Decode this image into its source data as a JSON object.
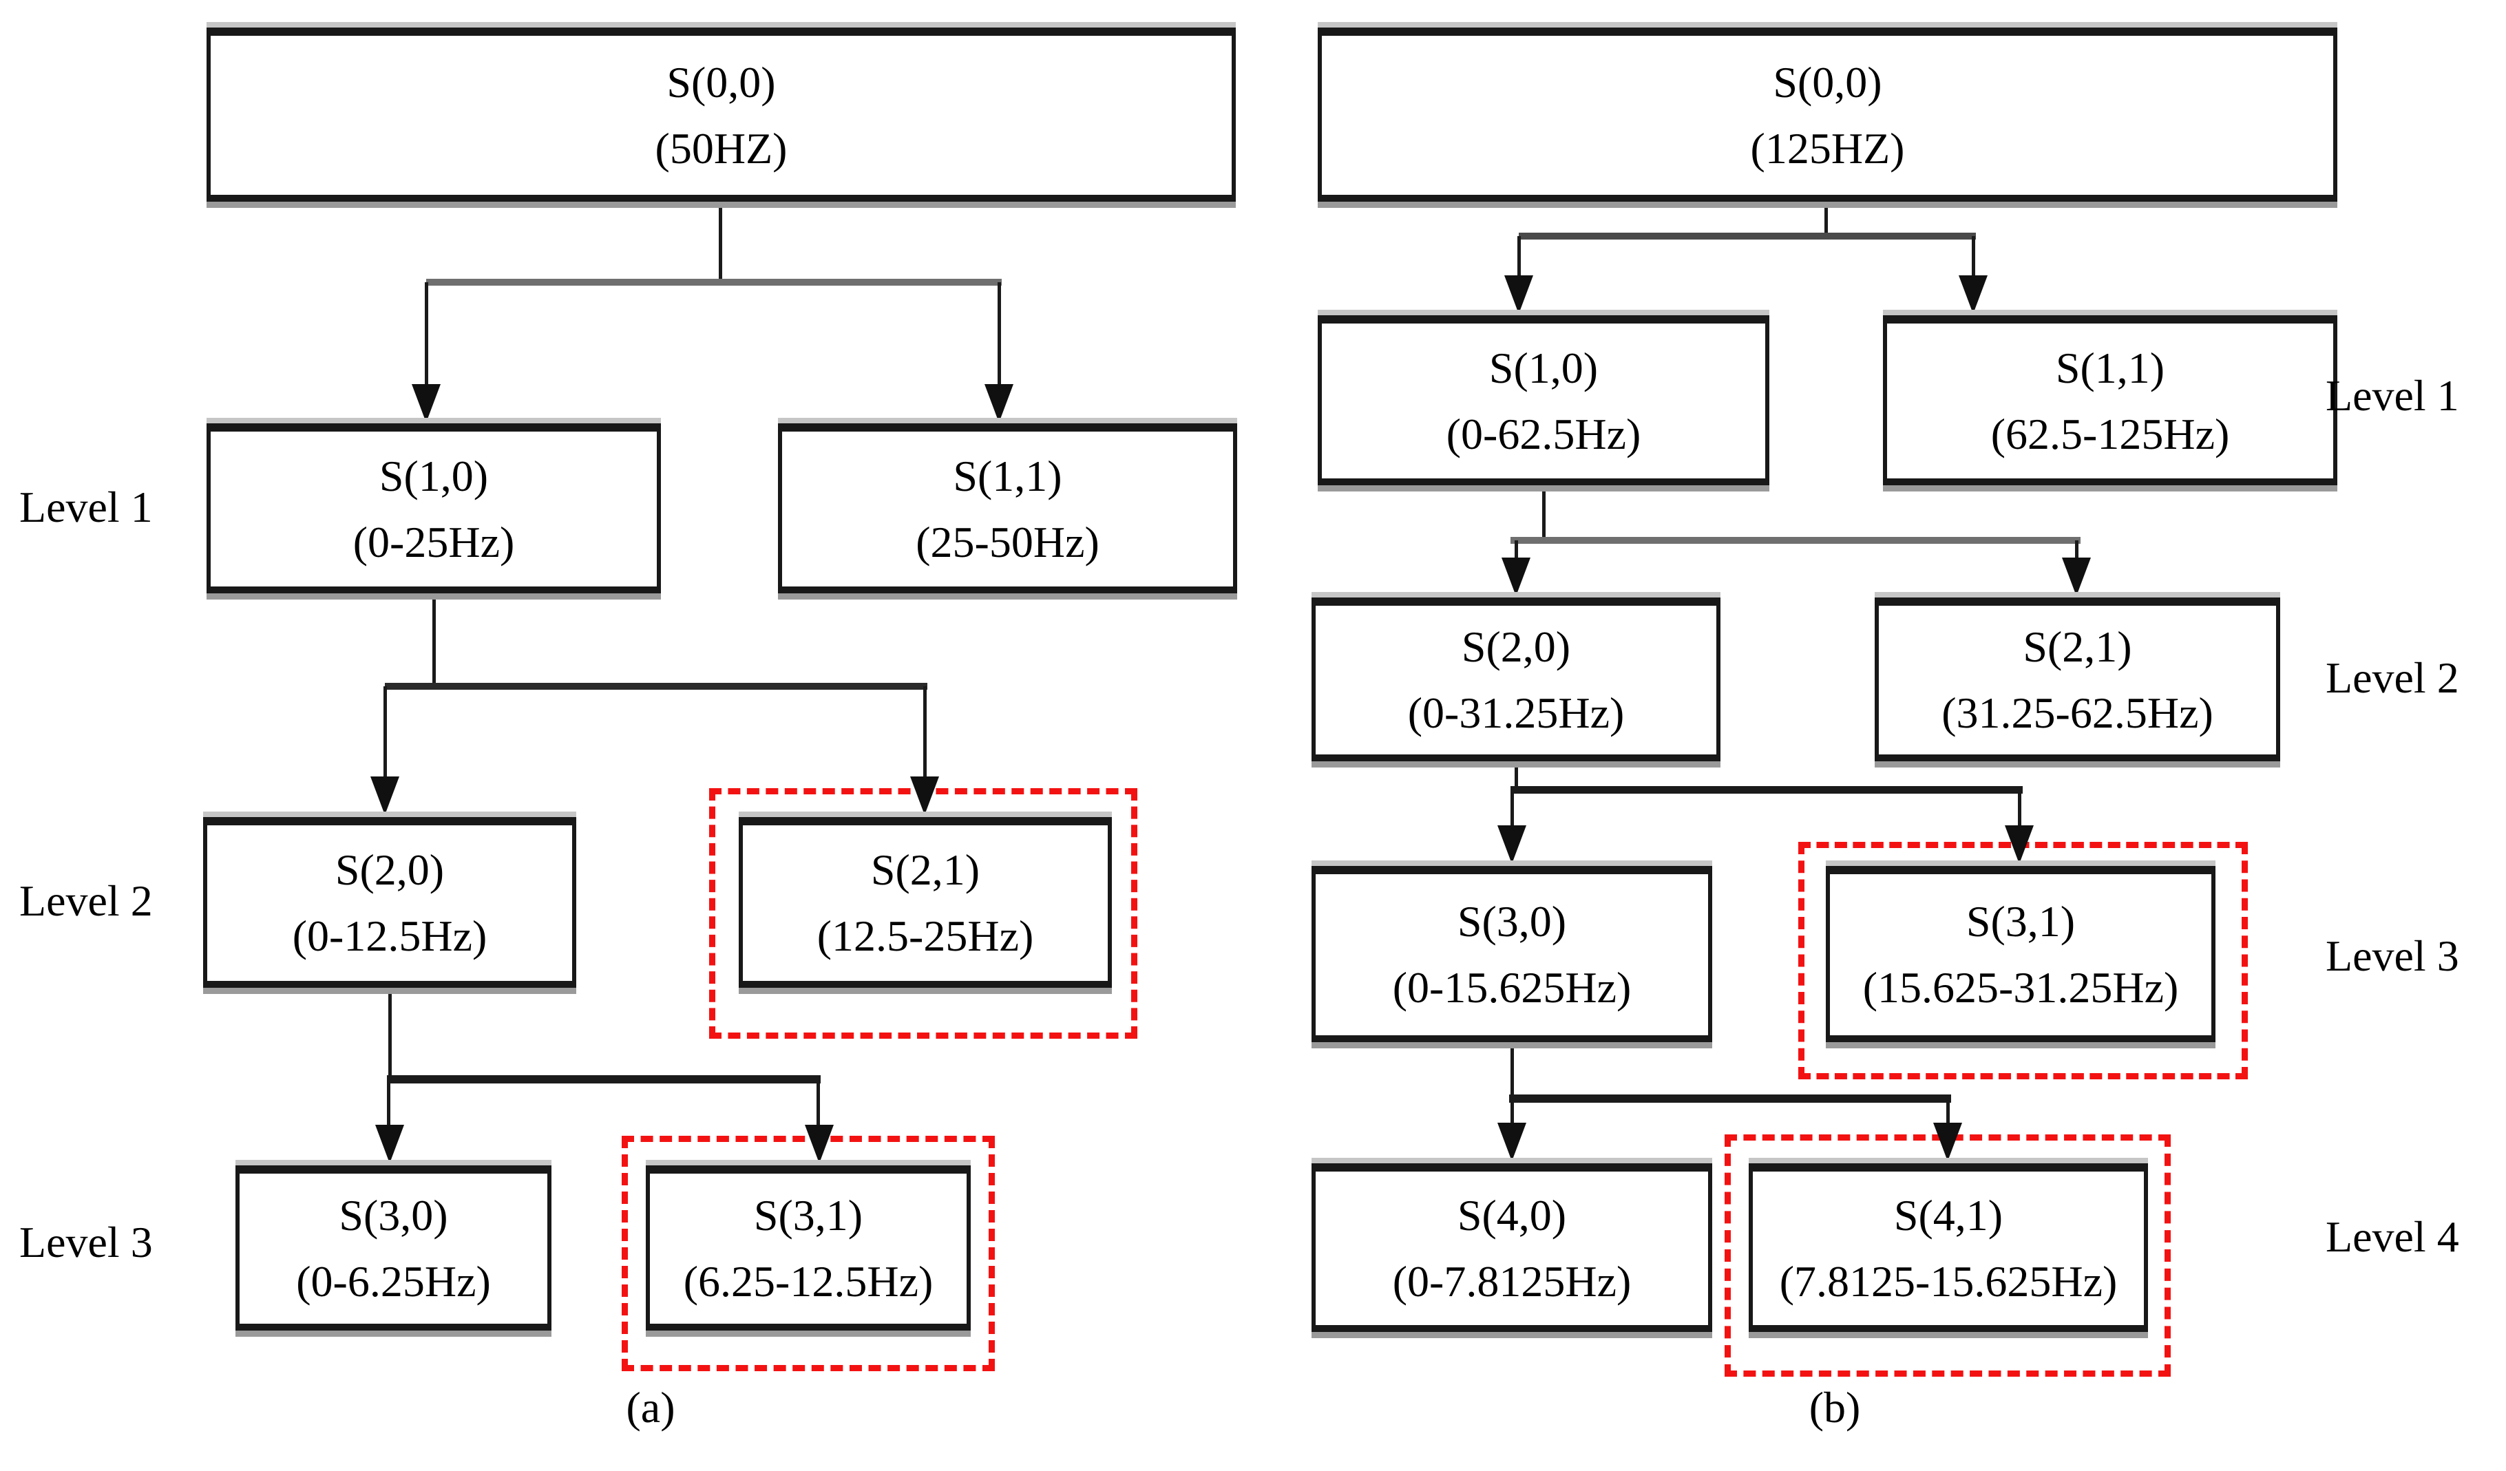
{
  "figure": {
    "background": "#ffffff",
    "highlight_color": "#f31212",
    "trees": {
      "a": {
        "caption": "(a)",
        "root": {
          "title": "S(0,0)",
          "subtitle": "(50HZ)"
        },
        "levels": [
          {
            "label": "Level 1",
            "left": {
              "title": "S(1,0)",
              "subtitle": "(0-25Hz)",
              "highlighted": false
            },
            "right": {
              "title": "S(1,1)",
              "subtitle": "(25-50Hz)",
              "highlighted": false
            }
          },
          {
            "label": "Level 2",
            "left": {
              "title": "S(2,0)",
              "subtitle": "(0-12.5Hz)",
              "highlighted": false
            },
            "right": {
              "title": "S(2,1)",
              "subtitle": "(12.5-25Hz)",
              "highlighted": true
            }
          },
          {
            "label": "Level 3",
            "left": {
              "title": "S(3,0)",
              "subtitle": "(0-6.25Hz)",
              "highlighted": false
            },
            "right": {
              "title": "S(3,1)",
              "subtitle": "(6.25-12.5Hz)",
              "highlighted": true
            }
          }
        ]
      },
      "b": {
        "caption": "(b)",
        "root": {
          "title": "S(0,0)",
          "subtitle": "(125HZ)"
        },
        "levels": [
          {
            "label": "Level 1",
            "left": {
              "title": "S(1,0)",
              "subtitle": "(0-62.5Hz)",
              "highlighted": false
            },
            "right": {
              "title": "S(1,1)",
              "subtitle": "(62.5-125Hz)",
              "highlighted": false
            }
          },
          {
            "label": "Level 2",
            "left": {
              "title": "S(2,0)",
              "subtitle": "(0-31.25Hz)",
              "highlighted": false
            },
            "right": {
              "title": "S(2,1)",
              "subtitle": "(31.25-62.5Hz)",
              "highlighted": false
            }
          },
          {
            "label": "Level 3",
            "left": {
              "title": "S(3,0)",
              "subtitle": "(0-15.625Hz)",
              "highlighted": false
            },
            "right": {
              "title": "S(3,1)",
              "subtitle": "(15.625-31.25Hz)",
              "highlighted": true
            }
          },
          {
            "label": "Level 4",
            "left": {
              "title": "S(4,0)",
              "subtitle": "(0-7.8125Hz)",
              "highlighted": false
            },
            "right": {
              "title": "S(4,1)",
              "subtitle": "(7.8125-15.625Hz)",
              "highlighted": true
            }
          }
        ]
      }
    }
  }
}
